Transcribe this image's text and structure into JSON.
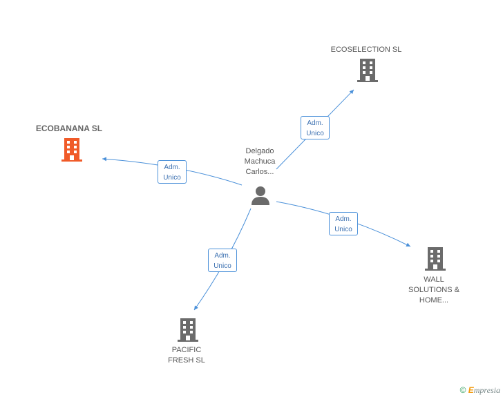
{
  "nodes": {
    "person": {
      "line1": "Delgado",
      "line2": "Machuca",
      "line3": "Carlos..."
    },
    "ecobanana": {
      "label": "ECOBANANA SL",
      "color": "#f05a28"
    },
    "ecoselection": {
      "label": "ECOSELECTION SL",
      "color": "#6b6b6b"
    },
    "wall": {
      "line1": "WALL",
      "line2": "SOLUTIONS &",
      "line3": "HOME...",
      "color": "#6b6b6b"
    },
    "pacific": {
      "line1": "PACIFIC",
      "line2": "FRESH SL",
      "color": "#6b6b6b"
    }
  },
  "edges": [
    {
      "target": "ECOBANANA SL",
      "role1": "Adm.",
      "role2": "Unico"
    },
    {
      "target": "ECOSELECTION SL",
      "role1": "Adm.",
      "role2": "Unico"
    },
    {
      "target": "WALL SOLUTIONS & HOME...",
      "role1": "Adm.",
      "role2": "Unico"
    },
    {
      "target": "PACIFIC FRESH SL",
      "role1": "Adm.",
      "role2": "Unico"
    }
  ],
  "edge_color": "#4a90d9",
  "footer": {
    "copyright": "©",
    "brand_initial": "E",
    "brand_rest": "mpresia"
  }
}
